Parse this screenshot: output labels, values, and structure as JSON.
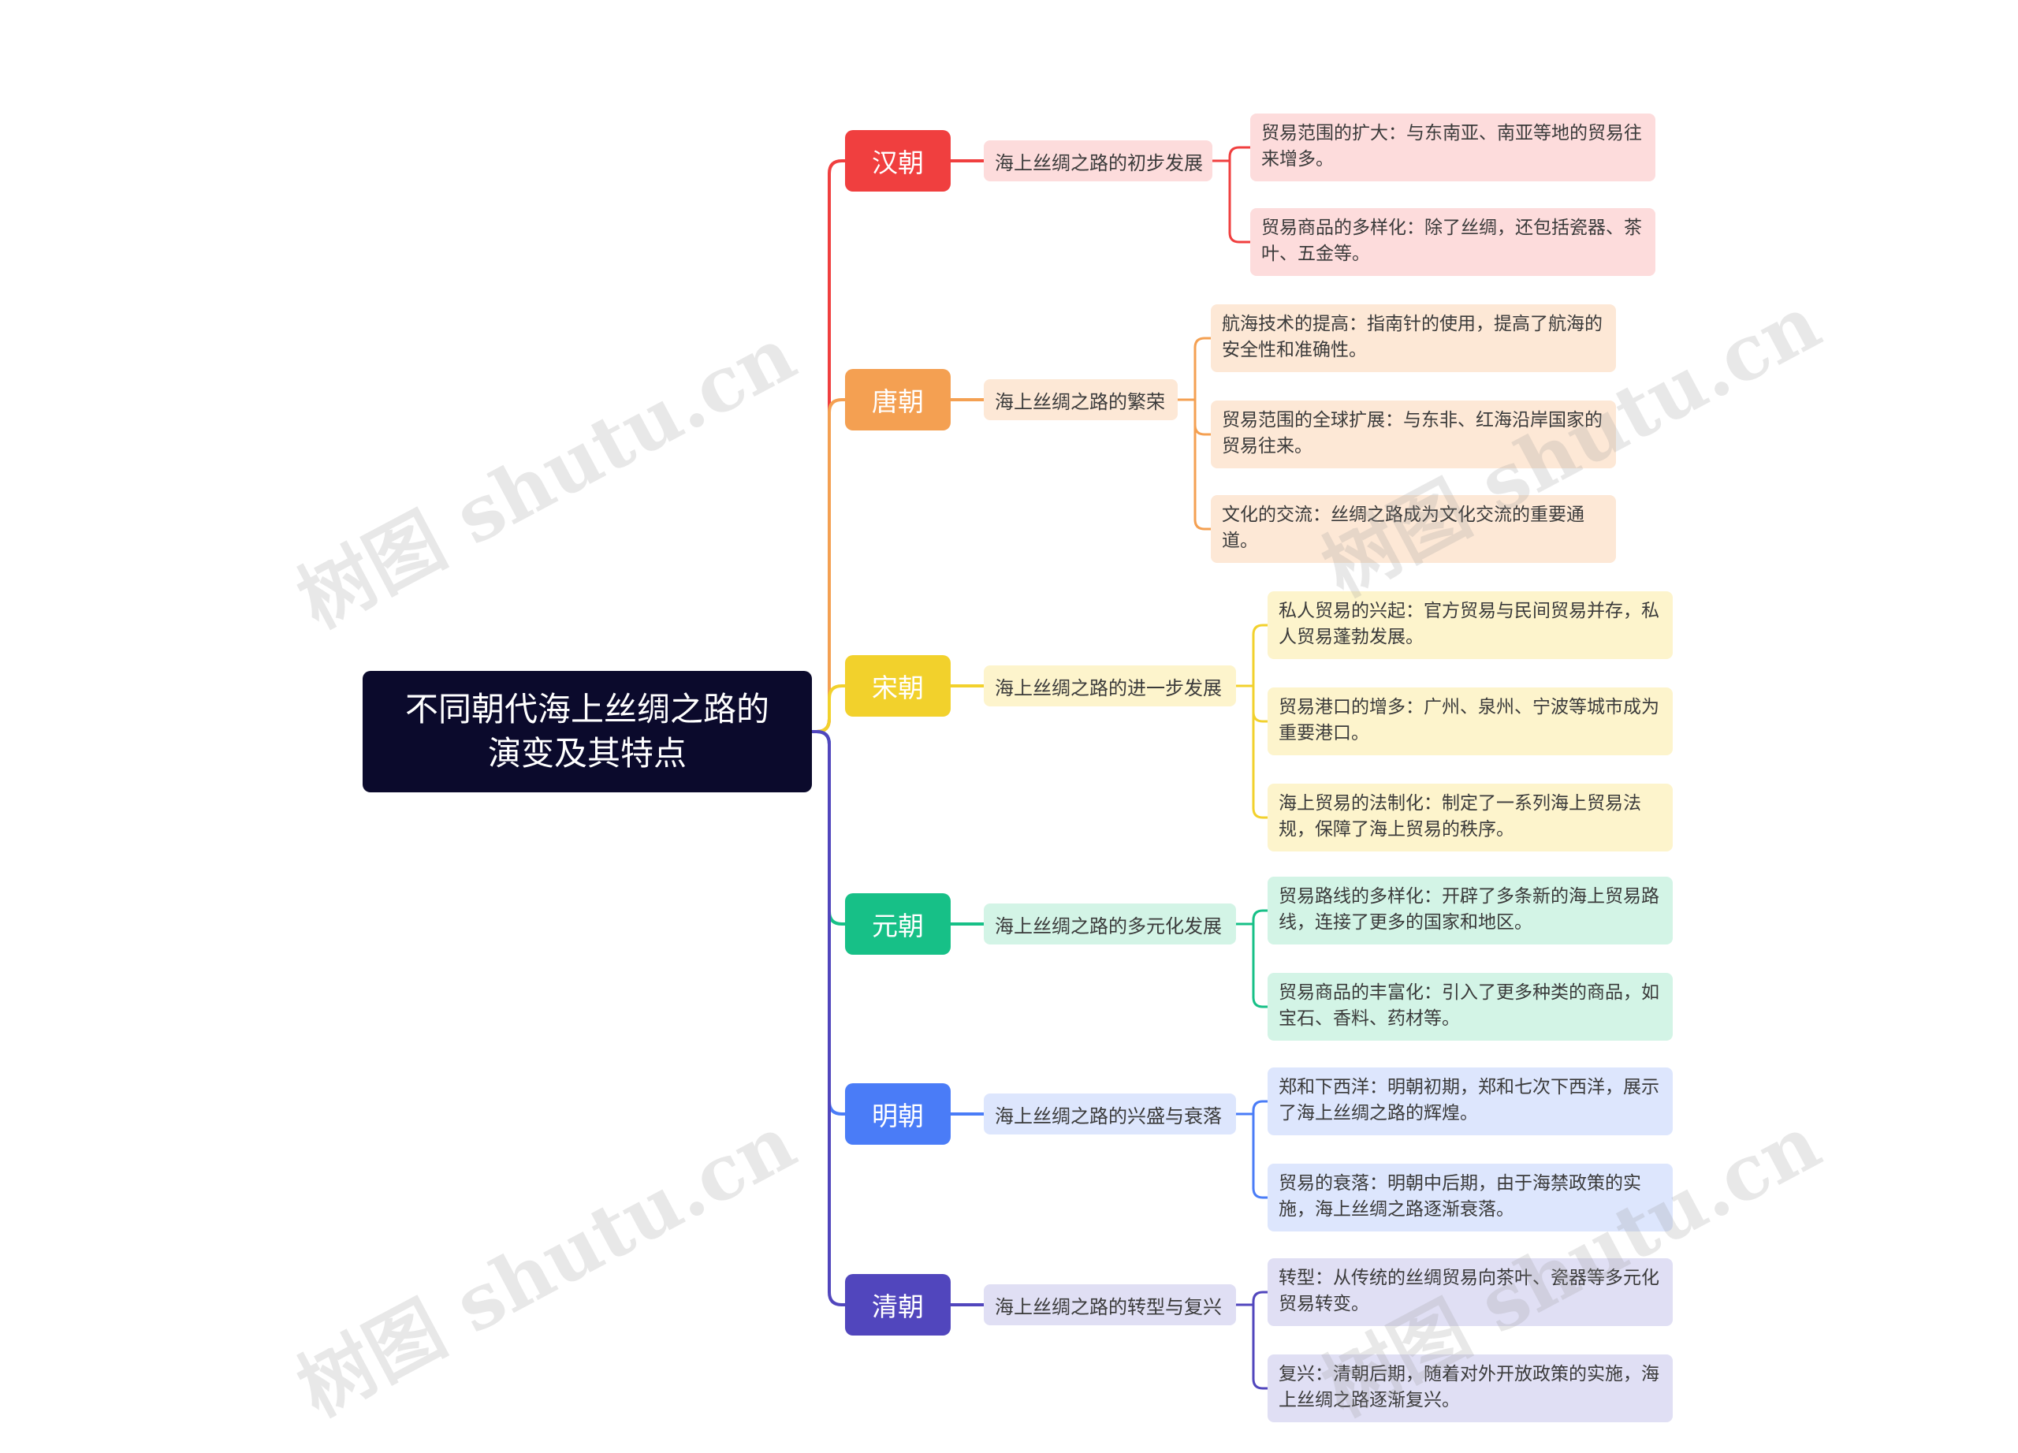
{
  "root": {
    "title": "不同朝代海上丝绸之路的\n演变及其特点"
  },
  "watermark": "树图 shutu.cn",
  "branches": [
    {
      "dynasty": "汉朝",
      "color": "#f03f3f",
      "light": "#fddcdc",
      "subtopic": "海上丝绸之路的初步发展",
      "details": [
        "贸易范围的扩大：与东南亚、南亚等地的贸易往来增多。",
        "贸易商品的多样化：除了丝绸，还包括瓷器、茶叶、五金等。"
      ]
    },
    {
      "dynasty": "唐朝",
      "color": "#f4a052",
      "light": "#fde8d6",
      "subtopic": "海上丝绸之路的繁荣",
      "details": [
        "航海技术的提高：指南针的使用，提高了航海的安全性和准确性。",
        "贸易范围的全球扩展：与东非、红海沿岸国家的贸易往来。",
        "文化的交流：丝绸之路成为文化交流的重要通道。"
      ]
    },
    {
      "dynasty": "宋朝",
      "color": "#f2d12c",
      "light": "#fdf4cc",
      "subtopic": "海上丝绸之路的进一步发展",
      "details": [
        "私人贸易的兴起：官方贸易与民间贸易并存，私人贸易蓬勃发展。",
        "贸易港口的增多：广州、泉州、宁波等城市成为重要港口。",
        "海上贸易的法制化：制定了一系列海上贸易法规，保障了海上贸易的秩序。"
      ]
    },
    {
      "dynasty": "元朝",
      "color": "#17c087",
      "light": "#d3f4e6",
      "subtopic": "海上丝绸之路的多元化发展",
      "details": [
        "贸易路线的多样化：开辟了多条新的海上贸易路线，连接了更多的国家和地区。",
        "贸易商品的丰富化：引入了更多种类的商品，如宝石、香料、药材等。"
      ]
    },
    {
      "dynasty": "明朝",
      "color": "#4a7cf7",
      "light": "#dde6fd",
      "subtopic": "海上丝绸之路的兴盛与衰落",
      "details": [
        "郑和下西洋：明朝初期，郑和七次下西洋，展示了海上丝绸之路的辉煌。",
        "贸易的衰落：明朝中后期，由于海禁政策的实施，海上丝绸之路逐渐衰落。"
      ]
    },
    {
      "dynasty": "清朝",
      "color": "#5146bd",
      "light": "#e0dff4",
      "subtopic": "海上丝绸之路的转型与复兴",
      "details": [
        "转型：从传统的丝绸贸易向茶叶、瓷器等多元化贸易转变。",
        "复兴：清朝后期，随着对外开放政策的实施，海上丝绸之路逐渐复兴。"
      ]
    }
  ]
}
